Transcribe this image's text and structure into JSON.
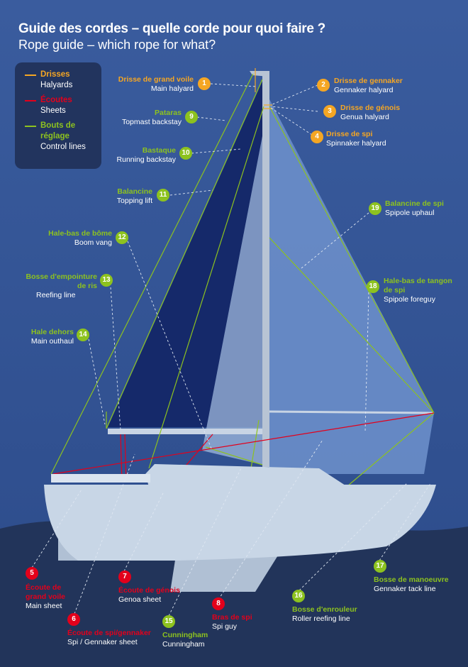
{
  "title": "Guide des cordes – quelle corde pour quoi faire ?",
  "subtitle": "Rope guide – which rope for what?",
  "colors": {
    "halyard": "#f5a623",
    "sheet": "#e3001b",
    "control": "#8dc21f"
  },
  "legend": [
    {
      "fr": "Drisses",
      "en": "Halyards"
    },
    {
      "fr": "Écoutes",
      "en": "Sheets"
    },
    {
      "fr": "Bouts de réglage",
      "en": "Control lines"
    }
  ],
  "ropes": [
    {
      "n": "1",
      "fr": "Drisse de grand voile",
      "en": "Main halyard"
    },
    {
      "n": "2",
      "fr": "Drisse de gennaker",
      "en": "Gennaker halyard"
    },
    {
      "n": "3",
      "fr": "Drisse de génois",
      "en": "Genua halyard"
    },
    {
      "n": "4",
      "fr": "Drisse de spi",
      "en": "Spinnaker halyard"
    },
    {
      "n": "5",
      "fr": "Écoute de grand voile",
      "en": "Main sheet"
    },
    {
      "n": "6",
      "fr": "Écoute de spi/gennaker",
      "en": "Spi / Gennaker sheet"
    },
    {
      "n": "7",
      "fr": "Écoute de génois",
      "en": "Genoa sheet"
    },
    {
      "n": "8",
      "fr": "Bras de spi",
      "en": "Spi guy"
    },
    {
      "n": "9",
      "fr": "Pataras",
      "en": "Topmast backstay"
    },
    {
      "n": "10",
      "fr": "Bastaque",
      "en": "Running backstay"
    },
    {
      "n": "11",
      "fr": "Balancine",
      "en": "Topping lift"
    },
    {
      "n": "12",
      "fr": "Hale-bas de bôme",
      "en": "Boom vang"
    },
    {
      "n": "13",
      "fr": "Bosse d'empointure de ris",
      "en": "Reefing line"
    },
    {
      "n": "14",
      "fr": "Hale dehors",
      "en": "Main outhaul"
    },
    {
      "n": "15",
      "fr": "Cunningham",
      "en": "Cunningham"
    },
    {
      "n": "16",
      "fr": "Bosse d'enrouleur",
      "en": "Roller reefing line"
    },
    {
      "n": "17",
      "fr": "Bosse de manoeuvre",
      "en": "Gennaker tack line"
    },
    {
      "n": "18",
      "fr": "Hale-bas de tangon de spi",
      "en": "Spipole foreguy"
    },
    {
      "n": "19",
      "fr": "Balancine de spi",
      "en": "Spipole uphaul"
    }
  ]
}
